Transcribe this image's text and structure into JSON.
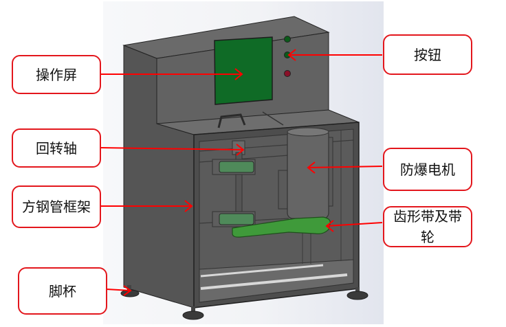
{
  "diagram": {
    "subject": "explosion-proof rotary equipment cabinet (CAD render)",
    "colors": {
      "label_border": "#e3161c",
      "arrow": "#ff0000",
      "cabinet": "#5a5a5a",
      "screen": "#0f6b26",
      "belt": "#3f9a3a",
      "button_green": "#0b5a1a",
      "button_red": "#8a1028"
    },
    "labels": [
      {
        "id": "screen",
        "text": "操作屏",
        "side": "left",
        "target": "operation-screen"
      },
      {
        "id": "shaft",
        "text": "回转轴",
        "side": "left",
        "target": "rotary-shaft"
      },
      {
        "id": "frame",
        "text": "方钢管框架",
        "side": "left",
        "target": "square-steel-tube-frame"
      },
      {
        "id": "foot",
        "text": "脚杯",
        "side": "left",
        "target": "leveling-foot"
      },
      {
        "id": "button",
        "text": "按钮",
        "side": "right",
        "target": "buttons"
      },
      {
        "id": "motor",
        "text": "防爆电机",
        "side": "right",
        "target": "explosion-proof-motor"
      },
      {
        "id": "belt",
        "text": "齿形带及带轮",
        "side": "right",
        "target": "timing-belt-and-pulley"
      }
    ]
  }
}
